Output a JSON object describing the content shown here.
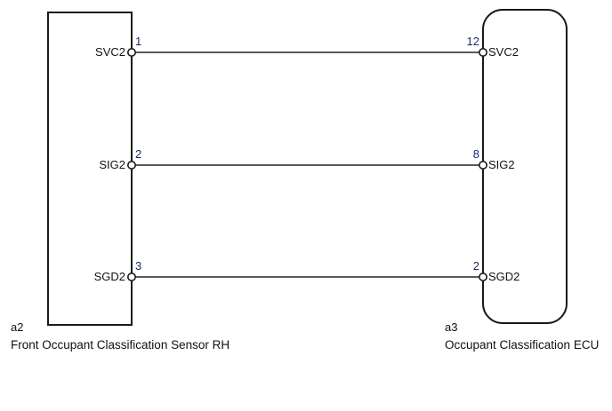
{
  "diagram": {
    "type": "wiring-harness-diagram",
    "background_color": "#ffffff",
    "wire_color": "#5a5a5a",
    "pin_number_color": "#1b2a6b",
    "outline_color": "#1a1a1a",
    "components": [
      {
        "ref": "a2",
        "caption": "Front Occupant Classification Sensor RH",
        "shape": "rectangle",
        "side": "left"
      },
      {
        "ref": "a3",
        "caption": "Occupant Classification ECU",
        "shape": "rounded-rectangle",
        "side": "right"
      }
    ],
    "connections": [
      {
        "signal": "SVC2",
        "left_terminal_label": "SVC2",
        "left_pin": "1",
        "right_terminal_label": "SVC2",
        "right_pin": "12"
      },
      {
        "signal": "SIG2",
        "left_terminal_label": "SIG2",
        "left_pin": "2",
        "right_terminal_label": "SIG2",
        "right_pin": "8"
      },
      {
        "signal": "SGD2",
        "left_terminal_label": "SGD2",
        "left_pin": "3",
        "right_terminal_label": "SGD2",
        "right_pin": "2"
      }
    ]
  }
}
